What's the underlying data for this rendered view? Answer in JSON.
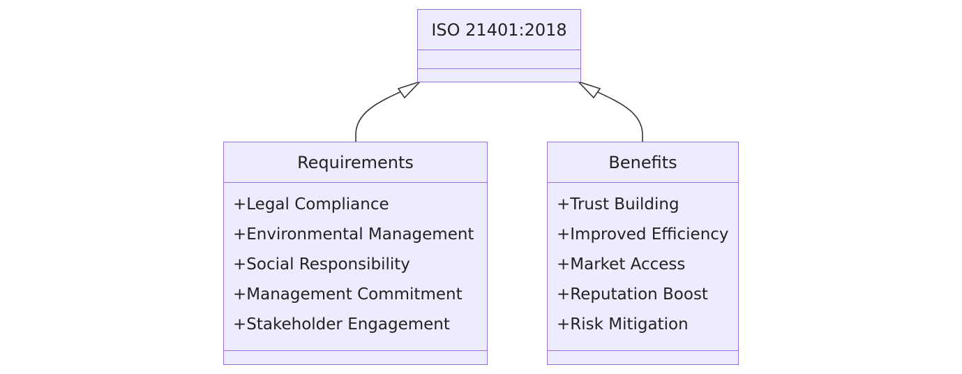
{
  "diagram": {
    "parent": {
      "title": "ISO 21401:2018",
      "attributes": [],
      "methods": []
    },
    "children": [
      {
        "id": "requirements",
        "title": "Requirements",
        "members": [
          "+Legal Compliance",
          "+Environmental Management",
          "+Social Responsibility",
          "+Management Commitment",
          "+Stakeholder Engagement"
        ],
        "methods": []
      },
      {
        "id": "benefits",
        "title": "Benefits",
        "members": [
          "+Trust Building",
          "+Improved Efficiency",
          "+Market Access",
          "+Reputation Boost",
          "+Risk Mitigation"
        ],
        "methods": []
      }
    ],
    "relations": [
      {
        "from": "Requirements",
        "to": "ISO 21401:2018",
        "type": "inheritance"
      },
      {
        "from": "Benefits",
        "to": "ISO 21401:2018",
        "type": "inheritance"
      }
    ],
    "colors": {
      "box_fill": "#ececfe",
      "box_border": "#9370db",
      "edge": "#333333",
      "text": "#222222"
    }
  }
}
